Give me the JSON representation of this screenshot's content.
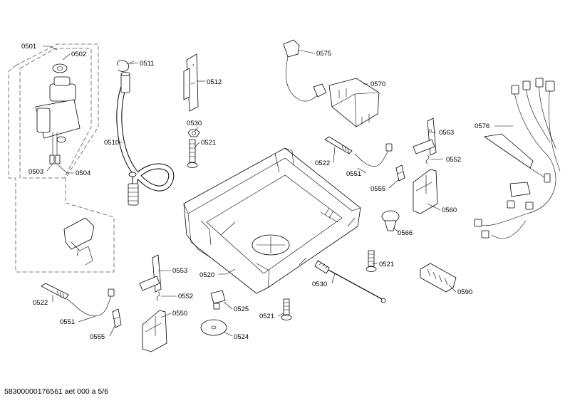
{
  "callouts": [
    {
      "id": "0501",
      "label": "0501"
    },
    {
      "id": "0502",
      "label": "0502"
    },
    {
      "id": "0503",
      "label": "0503"
    },
    {
      "id": "0504",
      "label": "0504"
    },
    {
      "id": "0510",
      "label": "0510"
    },
    {
      "id": "0511",
      "label": "0511"
    },
    {
      "id": "0512",
      "label": "0512"
    },
    {
      "id": "0520",
      "label": "0520"
    },
    {
      "id": "0521a",
      "label": "0521"
    },
    {
      "id": "0521b",
      "label": "0521"
    },
    {
      "id": "0521c",
      "label": "0521"
    },
    {
      "id": "0522a",
      "label": "0522"
    },
    {
      "id": "0522b",
      "label": "0522"
    },
    {
      "id": "0524",
      "label": "0524"
    },
    {
      "id": "0525",
      "label": "0525"
    },
    {
      "id": "0530a",
      "label": "0530"
    },
    {
      "id": "0530b",
      "label": "0530"
    },
    {
      "id": "0550",
      "label": "0550"
    },
    {
      "id": "0551a",
      "label": "0551"
    },
    {
      "id": "0551b",
      "label": "0551"
    },
    {
      "id": "0552a",
      "label": "0552"
    },
    {
      "id": "0552b",
      "label": "0552"
    },
    {
      "id": "0553",
      "label": "0553"
    },
    {
      "id": "0555a",
      "label": "0555"
    },
    {
      "id": "0555b",
      "label": "0555"
    },
    {
      "id": "0560",
      "label": "0560"
    },
    {
      "id": "0563",
      "label": "0563"
    },
    {
      "id": "0566",
      "label": "0566"
    },
    {
      "id": "0570",
      "label": "0570"
    },
    {
      "id": "0575",
      "label": "0575"
    },
    {
      "id": "0576",
      "label": "0576"
    },
    {
      "id": "0590",
      "label": "0590"
    }
  ],
  "footer": {
    "document_code": "58300000176561 aet 000 a 5/6"
  }
}
